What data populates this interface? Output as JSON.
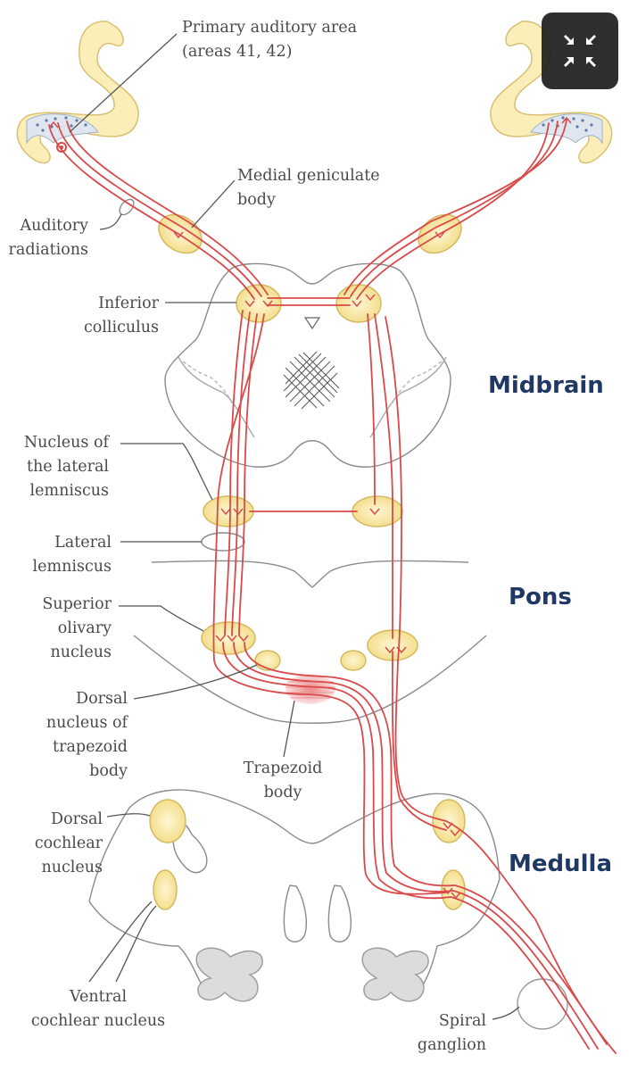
{
  "labels": {
    "primary_auditory_area": "Primary auditory area\n(areas 41, 42)",
    "medial_geniculate_body": "Medial geniculate\nbody",
    "auditory_radiations": "Auditory\nradiations",
    "inferior_colliculus": "Inferior\ncolliculus",
    "nucleus_lateral_lemniscus": "Nucleus of\nthe lateral\nlemniscus",
    "lateral_lemniscus": "Lateral\nlemniscus",
    "superior_olivary_nucleus": "Superior\nolivary\nnucleus",
    "dorsal_nucleus_trapezoid": "Dorsal\nnucleus of\ntrapezoid\nbody",
    "trapezoid_body": "Trapezoid\nbody",
    "dorsal_cochlear_nucleus": "Dorsal\ncochlear\nnucleus",
    "ventral_cochlear_nucleus": "Ventral\ncochlear nucleus",
    "spiral_ganglion": "Spiral\nganglion"
  },
  "regions": {
    "midbrain": "Midbrain",
    "pons": "Pons",
    "medulla": "Medulla"
  },
  "colors": {
    "pathway": "#d94a4a",
    "nucleus_fill": "#f7e7a3",
    "nucleus_stroke": "#cdb25a",
    "cortex_fill": "#fbeeb8",
    "outline": "#7a7a7a",
    "region_text": "#1f3864"
  },
  "controls": {
    "exit_fullscreen_icon": "exit-fullscreen-icon"
  }
}
